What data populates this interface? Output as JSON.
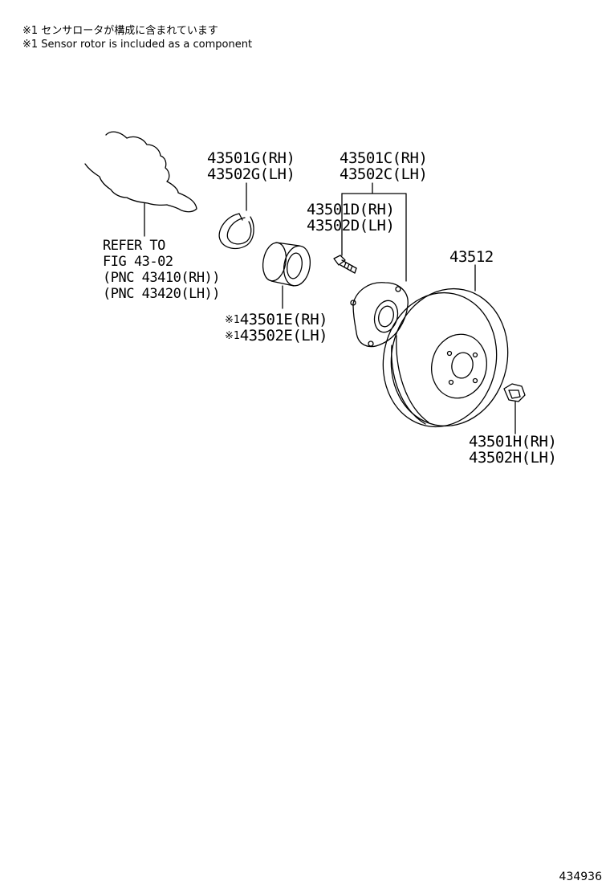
{
  "notes": {
    "jp": "※1 センサロータが構成に含まれています",
    "en": "※1 Sensor rotor is included as a component"
  },
  "reference": {
    "line1": "REFER TO",
    "line2": "FIG 43-02",
    "line3": "(PNC 43410(RH))",
    "line4": "(PNC 43420(LH))"
  },
  "parts": {
    "snap_ring": {
      "rh": "43501G(RH)",
      "lh": "43502G(LH)"
    },
    "hub": {
      "rh": "43501C(RH)",
      "lh": "43502C(LH)"
    },
    "hub_bolt": {
      "rh": "43501D(RH)",
      "lh": "43502D(LH)"
    },
    "disc": {
      "num": "43512"
    },
    "bearing": {
      "mark": "※1",
      "rh": "43501E(RH)",
      "lh": "43502E(LH)"
    },
    "nut": {
      "rh": "43501H(RH)",
      "lh": "43502H(LH)"
    }
  },
  "footer": {
    "code": "434936"
  }
}
